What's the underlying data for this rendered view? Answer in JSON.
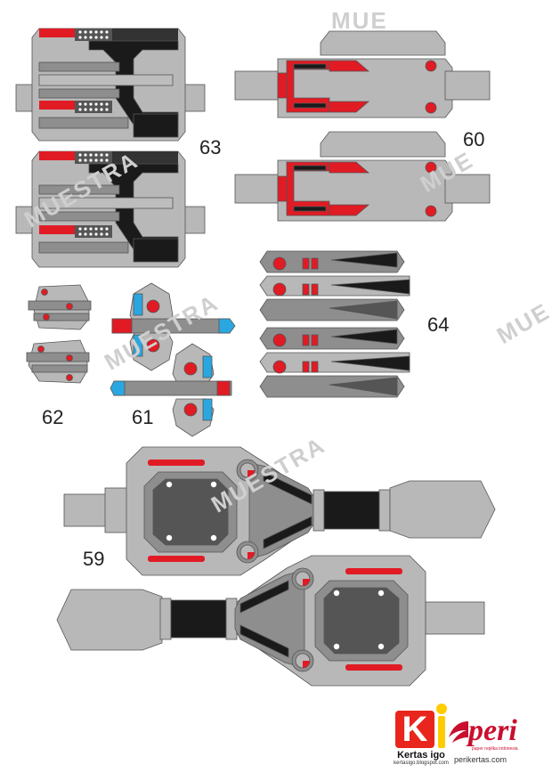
{
  "part_numbers": {
    "p59": "59",
    "p60": "60",
    "p61": "61",
    "p62": "62",
    "p63": "63",
    "p64": "64"
  },
  "watermark": {
    "text_a": "MUESTRA",
    "text_b": "MUE"
  },
  "logos": {
    "kertasigo": {
      "letter": "K",
      "name": "Kertas igo",
      "url": "kertasigo.blogspot.com"
    },
    "peri": {
      "name": "peri",
      "tagline": "paper replika indonesia",
      "url": "perikertas.com"
    }
  },
  "colors": {
    "light_gray": "#b8b8b8",
    "mid_gray": "#8e8e8e",
    "dark_gray": "#555555",
    "black": "#1a1a1a",
    "red": "#e01b24",
    "blue": "#2aa7e0",
    "outline": "#555555"
  }
}
